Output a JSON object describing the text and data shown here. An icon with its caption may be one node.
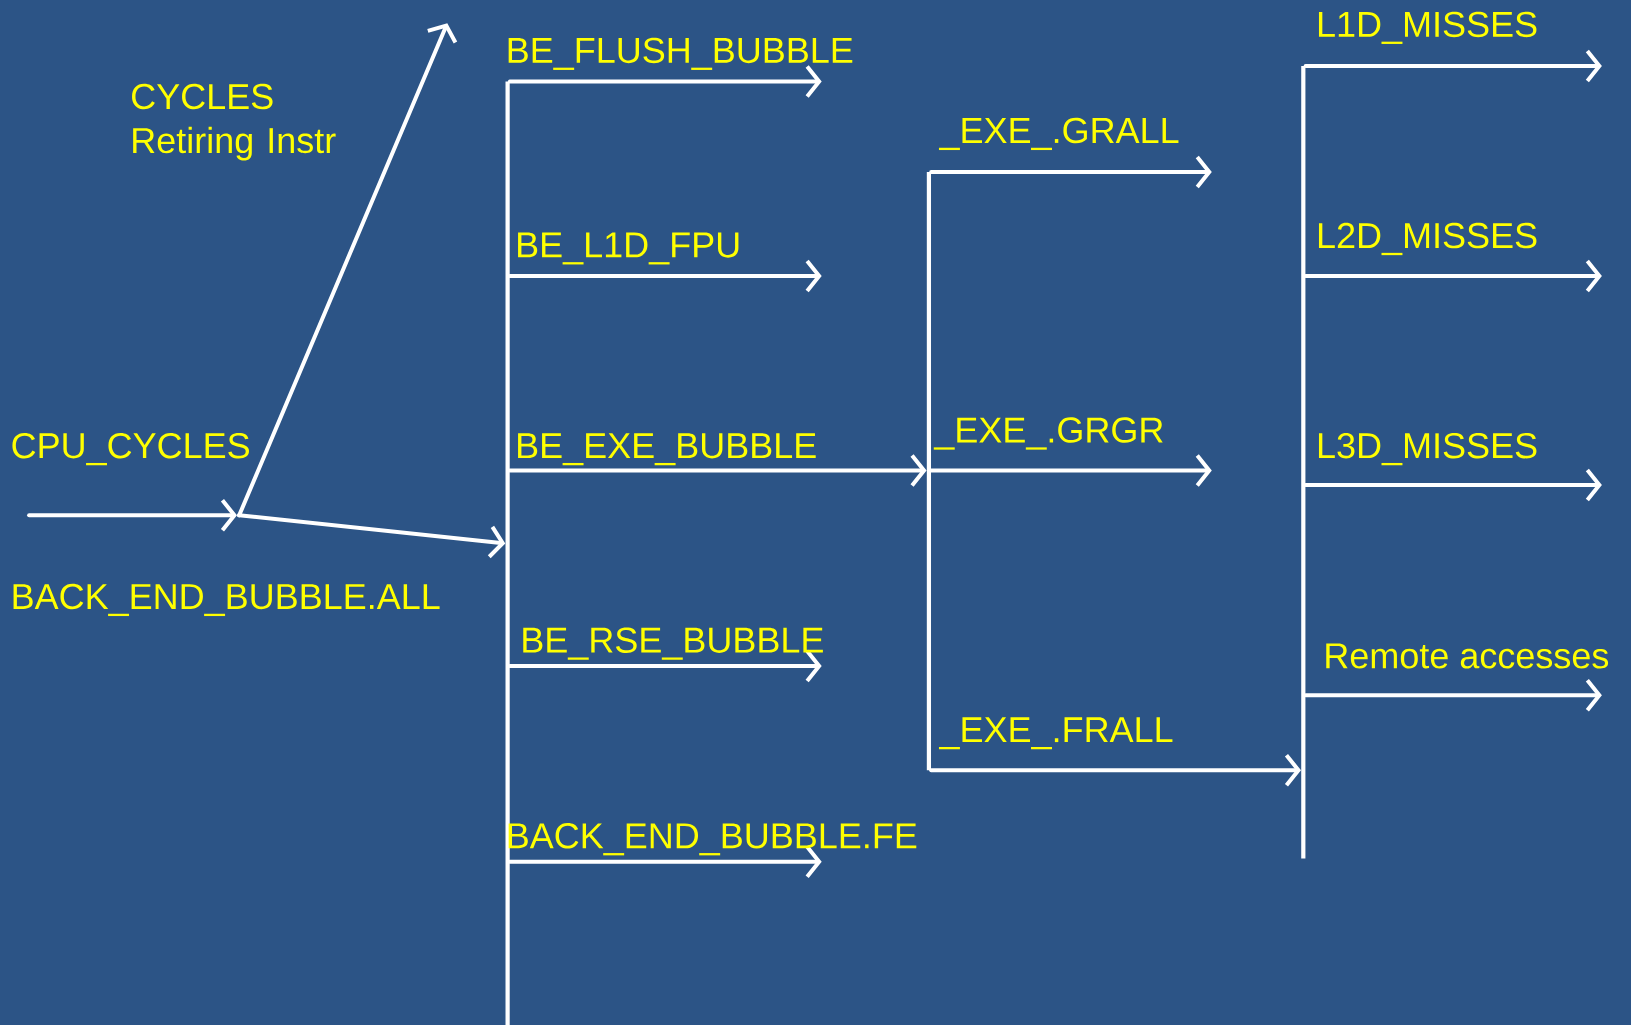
{
  "diagram": {
    "nodes": [
      {
        "text": [],
        "shape": "circle"
      },
      {
        "text": [],
        "shape": "bar"
      },
      {
        "text": [],
        "shape": "bar"
      },
      {
        "text": [],
        "shape": "bar"
      }
    ],
    "edges": [
      {
        "from": null,
        "to": 0,
        "arrow": "to",
        "label": "CPU_CYCLES"
      },
      {
        "from": 0,
        "to": null,
        "arrow": "to",
        "label": "CYCLES Retiring Instr"
      },
      {
        "from": 0,
        "to": 1,
        "arrow": "to",
        "label": "BACK_END_BUBBLE.ALL"
      },
      {
        "from": 1,
        "to": null,
        "arrow": "to",
        "label": "BE_FLUSH_BUBBLE"
      },
      {
        "from": 1,
        "to": null,
        "arrow": "to",
        "label": "BE_L1D_FPU"
      },
      {
        "from": 1,
        "to": 2,
        "arrow": "to",
        "label": "BE_EXE_BUBBLE"
      },
      {
        "from": 1,
        "to": null,
        "arrow": "to",
        "label": "BE_RSE_BUBBLE"
      },
      {
        "from": 1,
        "to": null,
        "arrow": "to",
        "label": "BACK_END_BUBBLE.FE"
      },
      {
        "from": 2,
        "to": null,
        "arrow": "to",
        "label": "_EXE_.GRALL"
      },
      {
        "from": 2,
        "to": null,
        "arrow": "to",
        "label": "_EXE_.GRGR"
      },
      {
        "from": 2,
        "to": 3,
        "arrow": "to",
        "label": "_EXE_.FRALL"
      },
      {
        "from": 3,
        "to": null,
        "arrow": "to",
        "label": "L1D_MISSES"
      },
      {
        "from": 3,
        "to": null,
        "arrow": "to",
        "label": "L2D_MISSES"
      },
      {
        "from": 3,
        "to": null,
        "arrow": "to",
        "label": "L3D_MISSES"
      },
      {
        "from": 3,
        "to": null,
        "arrow": "to",
        "label": "Remote accesses"
      }
    ]
  }
}
